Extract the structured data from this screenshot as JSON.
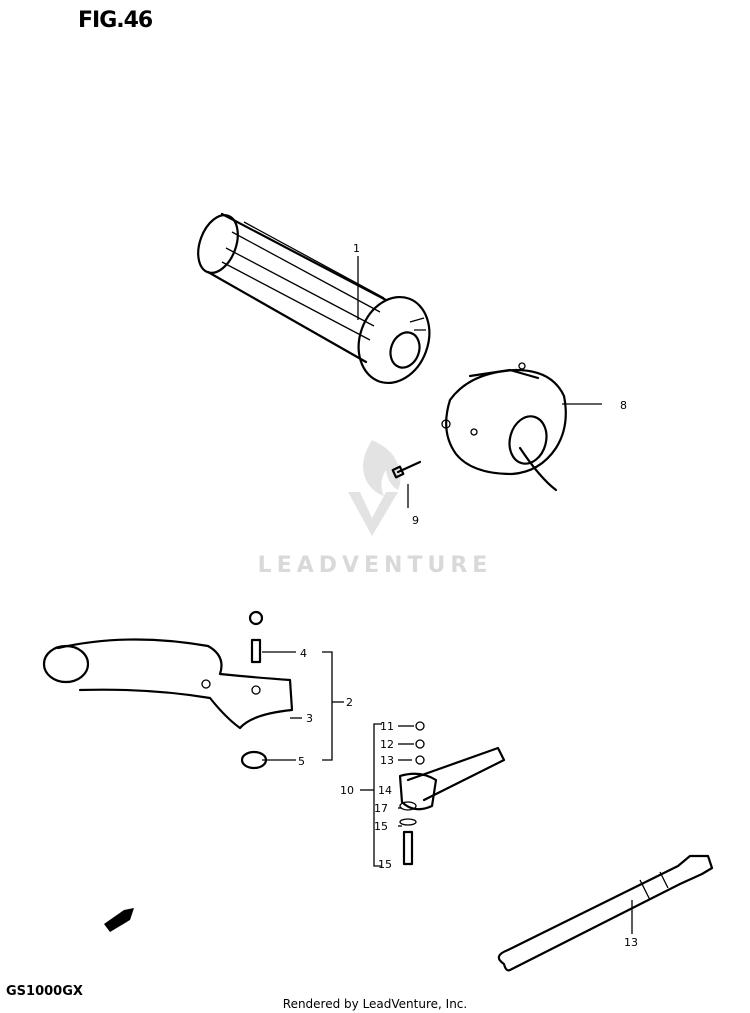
{
  "figure": {
    "title": "FIG.46",
    "model": "GS1000GX"
  },
  "footer": {
    "credit": "Rendered by LeadVenture, Inc."
  },
  "watermark": {
    "text": "LEADVENTURE"
  },
  "callouts": {
    "c1": "1",
    "c8": "8",
    "c9": "9",
    "c4": "4",
    "c2": "2",
    "c3": "3",
    "c5": "5",
    "c11": "11",
    "c12": "12",
    "c13a": "13",
    "c10": "10",
    "c14": "14",
    "c17": "17",
    "c15a": "15",
    "c15b": "15",
    "c13b": "13"
  }
}
